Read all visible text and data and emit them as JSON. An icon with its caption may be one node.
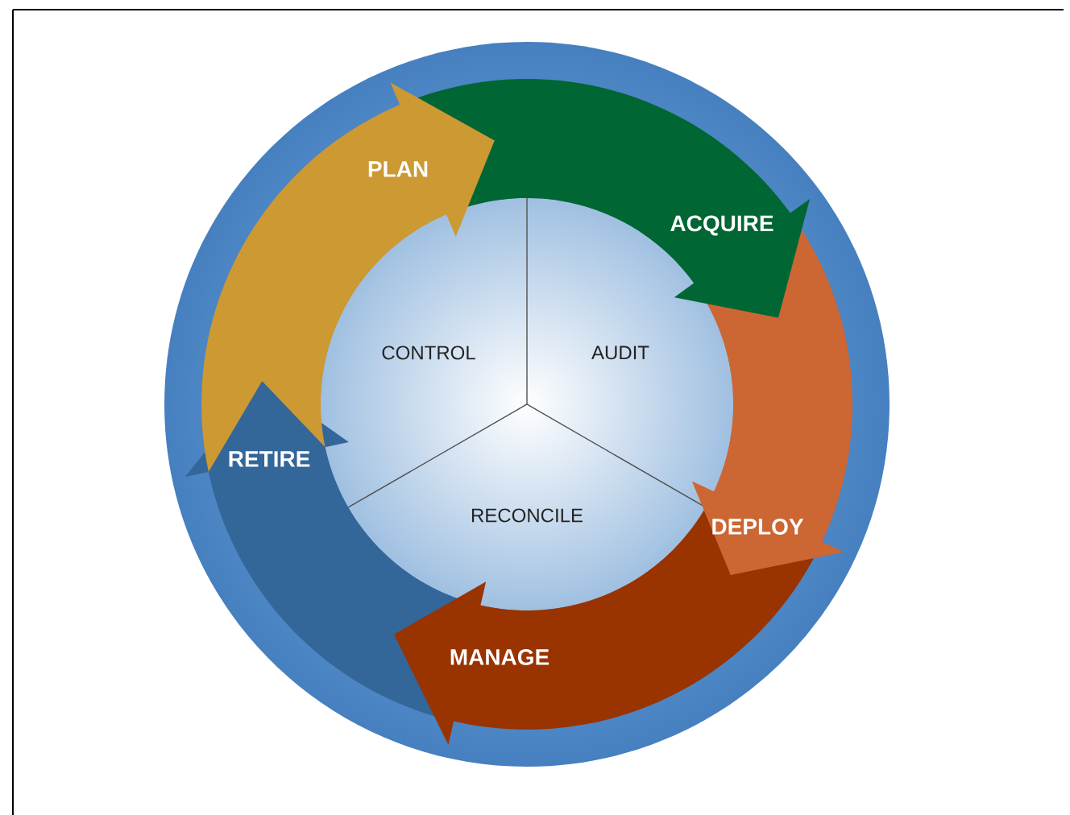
{
  "diagram": {
    "nodes": [
      {
        "text": [
          "PLAN"
        ]
      },
      {
        "text": [
          "ACQUIRE"
        ]
      },
      {
        "text": [
          "DEPLOY"
        ]
      },
      {
        "text": [
          "MANAGE"
        ]
      },
      {
        "text": [
          "RETIRE"
        ]
      },
      {
        "text": [],
        "shape": "circle"
      },
      {
        "text": [
          "CONTROL"
        ],
        "in": 5
      },
      {
        "text": [
          "AUDIT"
        ],
        "in": 5
      },
      {
        "text": [
          "RECONCILE"
        ],
        "in": 5
      }
    ]
  }
}
